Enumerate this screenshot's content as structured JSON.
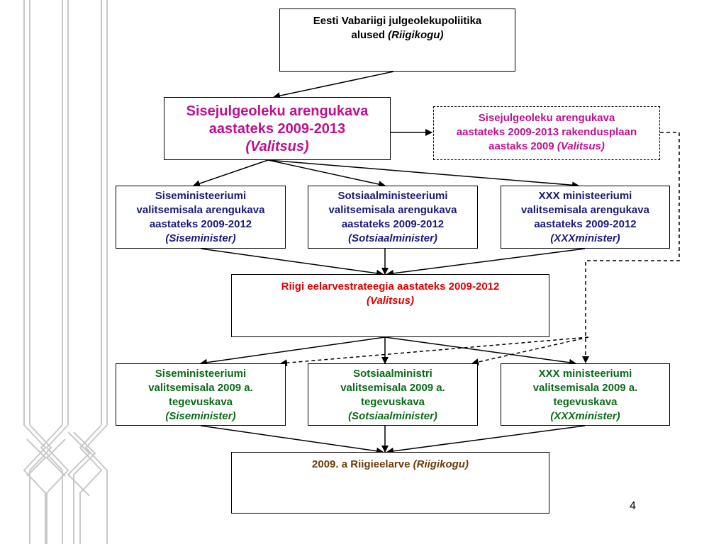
{
  "boxes": {
    "top": {
      "line1": "Eesti Vabariigi julgeolekupoliitika",
      "line2_plain": "alused ",
      "line2_italic": "(Riigikogu)"
    },
    "main": {
      "line1": "Sisejulgeoleku arengukava",
      "line2": "aastateks 2009-2013",
      "line3_italic": "(Valitsus)"
    },
    "impl": {
      "line1": "Sisejulgeoleku arengukava",
      "line2": "aastateks 2009-2013 rakendusplaan",
      "line3_plain": "aastaks 2009 ",
      "line3_italic": "(Valitsus)"
    },
    "dev_left": {
      "line1": "Siseministeeriumi",
      "line2": "valitsemisala arengukava",
      "line3": "aastateks 2009-2012",
      "line4_italic": "(Siseminister)"
    },
    "dev_mid": {
      "line1": "Sotsiaalministeeriumi",
      "line2": "valitsemisala arengukava",
      "line3": "aastateks 2009-2012",
      "line4_italic": "(Sotsiaalminister)"
    },
    "dev_right": {
      "line1": "XXX ministeeriumi",
      "line2": "valitsemisala arengukava",
      "line3": "aastateks 2009-2012",
      "line4_italic": "(XXXminister)"
    },
    "budget_strategy": {
      "line1": "Riigi eelarvestrateegia aastateks 2009-2012",
      "line2_italic": "(Valitsus)"
    },
    "work_left": {
      "line1": "Siseministeeriumi",
      "line2": "valitsemisala 2009 a.",
      "line3": "tegevuskava",
      "line4_italic": "(Siseminister)"
    },
    "work_mid": {
      "line1": "Sotsiaalministri",
      "line2": "valitsemisala 2009 a.",
      "line3": "tegevuskava",
      "line4_italic": "(Sotsiaalminister)"
    },
    "work_right": {
      "line1": "XXX ministeeriumi",
      "line2": "valitsemisala 2009 a.",
      "line3": "tegevuskava",
      "line4_italic": "(XXXminister)"
    },
    "budget": {
      "line1_plain": "2009. a Riigieelarve ",
      "line1_italic": "(Riigikogu)"
    }
  },
  "page_number": "4",
  "colors": {
    "magenta": "#c0108f",
    "navy": "#1a1a7a",
    "red": "#e00000",
    "green": "#0b6b1a",
    "brown": "#6b3d0a",
    "decoration": "#c8c8c8"
  }
}
